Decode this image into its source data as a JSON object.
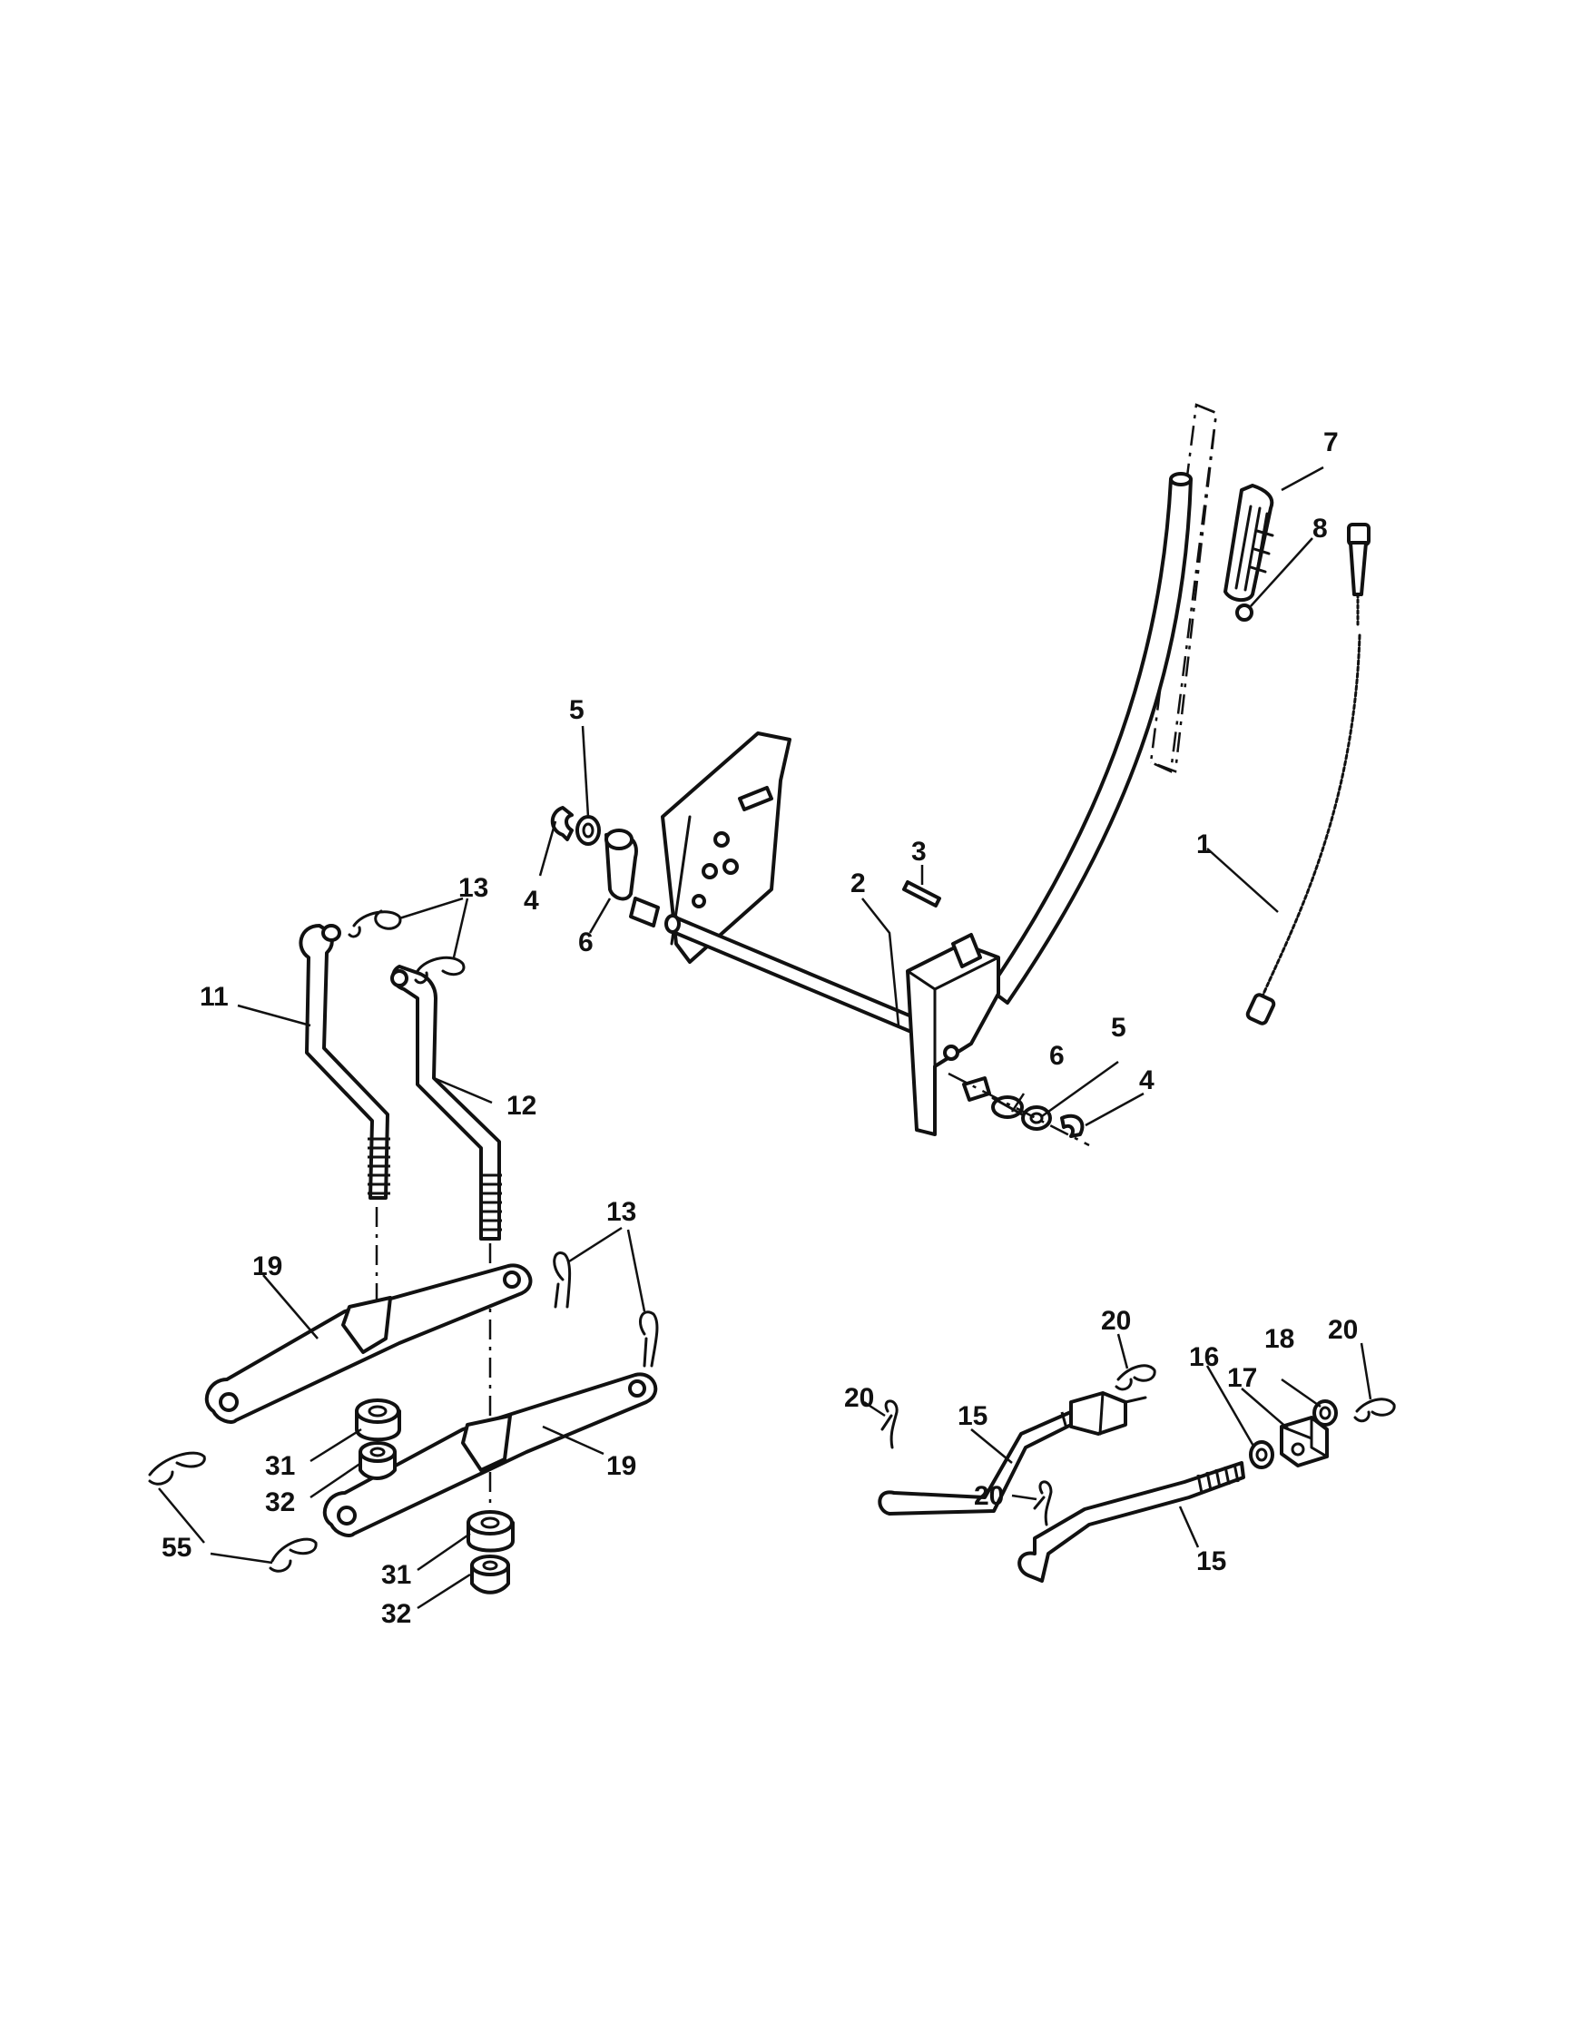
{
  "callouts": {
    "c1": "1",
    "c2": "2",
    "c3": "3",
    "c4a": "4",
    "c4b": "4",
    "c5a": "5",
    "c5b": "5",
    "c6a": "6",
    "c6b": "6",
    "c7": "7",
    "c8": "8",
    "c11": "11",
    "c12": "12",
    "c13a": "13",
    "c13b": "13",
    "c15a": "15",
    "c15b": "15",
    "c16": "16",
    "c17": "17",
    "c18": "18",
    "c19a": "19",
    "c19b": "19",
    "c20a": "20",
    "c20b": "20",
    "c20c": "20",
    "c20d": "20",
    "c31a": "31",
    "c31b": "31",
    "c32a": "32",
    "c32b": "32",
    "c55": "55"
  }
}
